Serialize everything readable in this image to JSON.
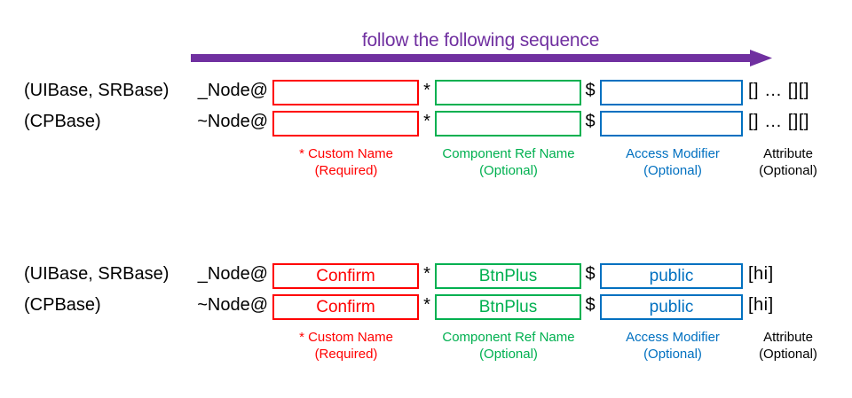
{
  "banner": {
    "title": "follow the following sequence",
    "arrow_color": "#7030A0",
    "arrow_direction": "right"
  },
  "colors": {
    "custom_name": "#FF0000",
    "component_ref": "#00B050",
    "access_modifier": "#0070C0",
    "attribute": "#000000",
    "arrow": "#7030A0"
  },
  "separators": {
    "star": "*",
    "dollar": "$"
  },
  "captions": [
    {
      "line1": "* Custom Name",
      "line2": "(Required)"
    },
    {
      "line1": "Component Ref Name",
      "line2": "(Optional)"
    },
    {
      "line1": "Access Modifier",
      "line2": "(Optional)"
    },
    {
      "line1": "Attribute",
      "line2": "(Optional)"
    }
  ],
  "diagrams": [
    {
      "id": "template",
      "rows": [
        {
          "base": "(UIBase, SRBase)",
          "prefix": "_Node@",
          "custom_name": "",
          "component_ref": "",
          "access_modifier": "",
          "attribute": "[] … [][]"
        },
        {
          "base": "(CPBase)",
          "prefix": "~Node@",
          "custom_name": "",
          "component_ref": "",
          "access_modifier": "",
          "attribute": "[] … [][]"
        }
      ]
    },
    {
      "id": "example",
      "rows": [
        {
          "base": "(UIBase, SRBase)",
          "prefix": "_Node@",
          "custom_name": "Confirm",
          "component_ref": "BtnPlus",
          "access_modifier": "public",
          "attribute": "[hi]"
        },
        {
          "base": "(CPBase)",
          "prefix": "~Node@",
          "custom_name": "Confirm",
          "component_ref": "BtnPlus",
          "access_modifier": "public",
          "attribute": "[hi]"
        }
      ]
    }
  ]
}
